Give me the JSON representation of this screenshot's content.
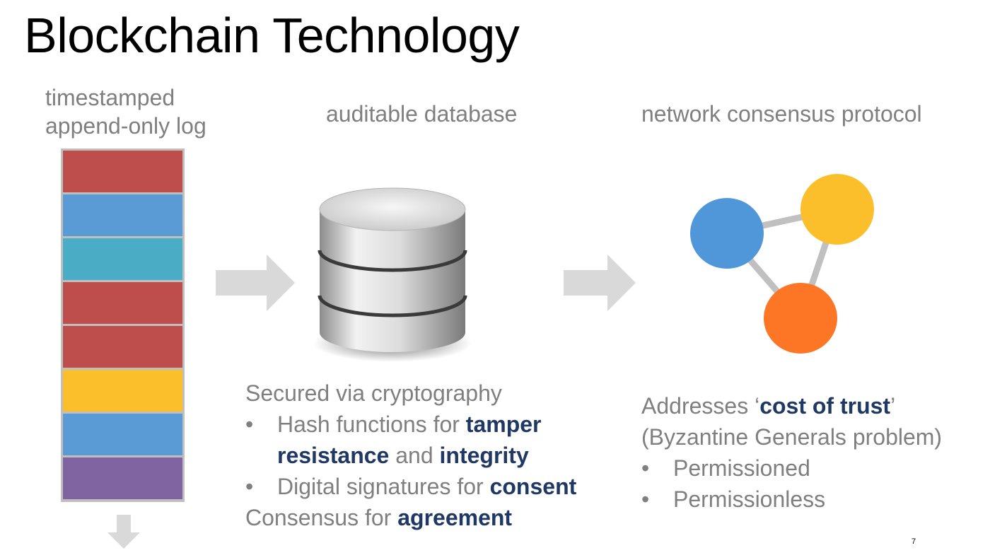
{
  "slide": {
    "title": "Blockchain Technology",
    "page_number": "7"
  },
  "columns": {
    "log": {
      "heading_line1": "timestamped",
      "heading_line2": "append-only log"
    },
    "database": {
      "heading": "auditable database"
    },
    "network": {
      "heading": "network consensus protocol"
    }
  },
  "log_blocks": [
    {
      "color": "#bd4e4c"
    },
    {
      "color": "#5b9bd5"
    },
    {
      "color": "#4bacc6"
    },
    {
      "color": "#bd4e4c"
    },
    {
      "color": "#bd4e4c"
    },
    {
      "color": "#fbbf2c"
    },
    {
      "color": "#5b9bd5"
    },
    {
      "color": "#8064a2"
    }
  ],
  "icons": {
    "arrow": "arrow-right-icon",
    "down_arrow": "arrow-down-icon",
    "database": "database-icon",
    "network": "network-nodes-icon"
  },
  "network_nodes": [
    {
      "name": "blue-node",
      "color": "#4f97d8"
    },
    {
      "name": "yellow-node",
      "color": "#fbbf2c"
    },
    {
      "name": "orange-node",
      "color": "#fd7626"
    }
  ],
  "security": {
    "intro": "Secured via cryptography",
    "bullet": "•",
    "hash_pre": "Hash functions for ",
    "hash_em1": "tamper",
    "hash_em2": "resistance",
    "hash_mid": " and ",
    "hash_em3": "integrity",
    "sig_pre": "Digital signatures for ",
    "sig_em": "consent",
    "consensus_pre": "Consensus for ",
    "consensus_em": "agreement"
  },
  "trust": {
    "pre": "Addresses ‘",
    "em": "cost of trust",
    "post": "’",
    "line2": "(Byzantine Generals problem)",
    "bullet": "•",
    "items": [
      "Permissioned",
      "Permissionless"
    ]
  },
  "colors": {
    "gray_text": "#7f7f7f",
    "emphasis": "#1f3864",
    "arrow": "#d9d9d9"
  }
}
